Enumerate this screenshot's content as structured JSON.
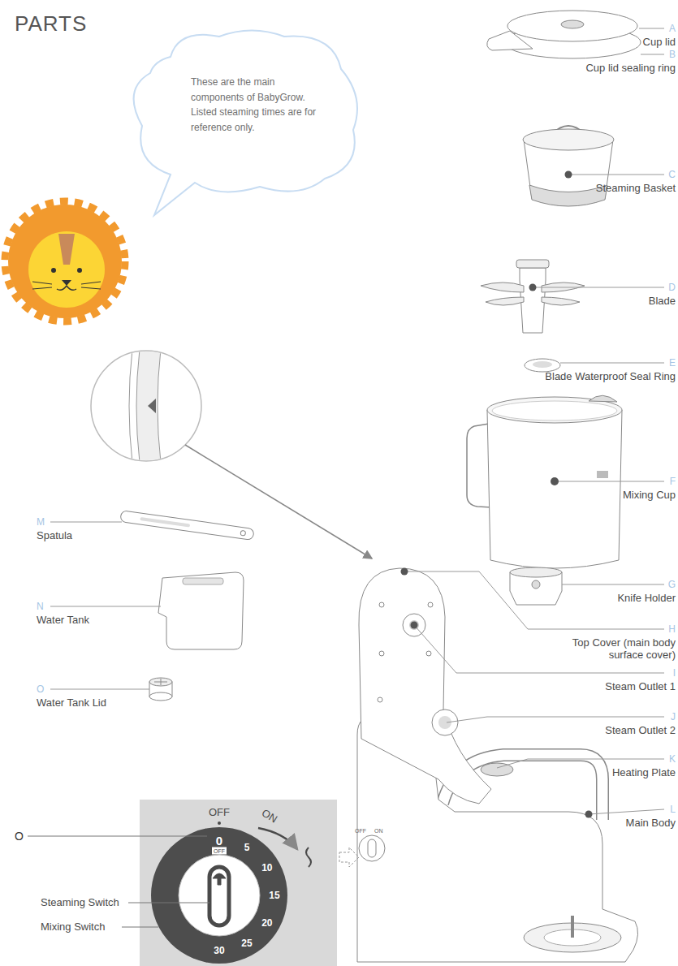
{
  "diagram": {
    "title": "PARTS",
    "nodes": [
      {
        "text": [
          "These are the main components of BabyGrow. Listed steaming times are for reference only."
        ]
      },
      {
        "text": [
          "OFF",
          "ON",
          "0",
          "OFF",
          "5",
          "10",
          "15",
          "20",
          "25",
          "30"
        ]
      }
    ],
    "labels": [
      "A",
      "Cup lid",
      "B",
      "Cup lid sealing ring",
      "C",
      "Steaming Basket",
      "D",
      "Blade",
      "E",
      "Blade Waterproof Seal Ring",
      "F",
      "Mixing Cup",
      "G",
      "Knife Holder",
      "H",
      "Top Cover (main body surface cover)",
      "I",
      "Steam Outlet 1",
      "J",
      "Steam Outlet 2",
      "K",
      "Heating Plate",
      "L",
      "Main Body",
      "M",
      "Spatula",
      "N",
      "Water Tank",
      "O",
      "Water Tank Lid",
      "O",
      "Steaming Switch",
      "Mixing Switch",
      "OFF",
      "ON"
    ]
  }
}
